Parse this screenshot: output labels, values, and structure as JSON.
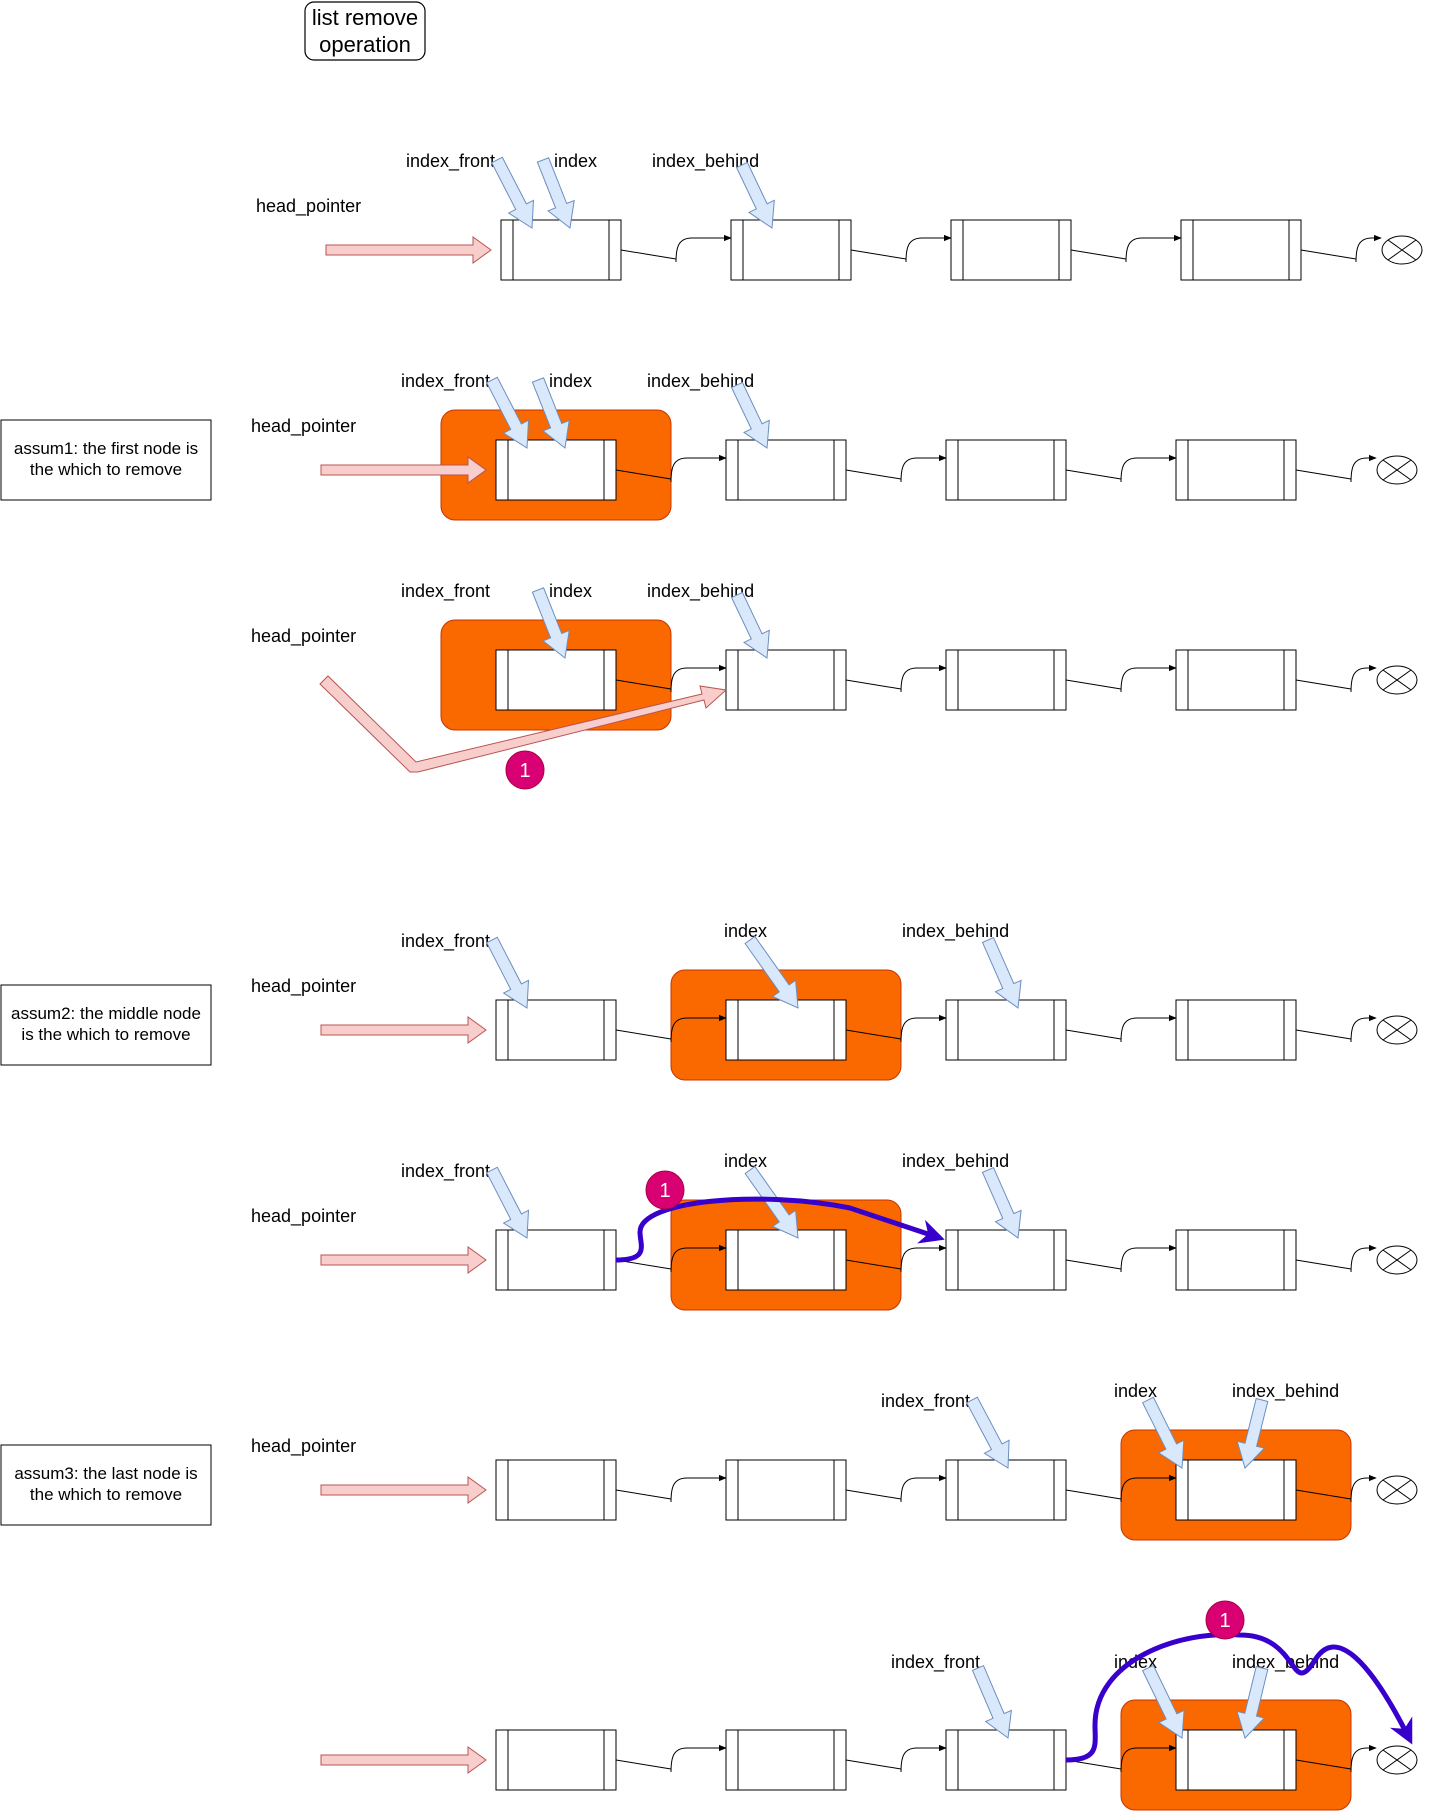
{
  "title": [
    "list remove",
    "operation"
  ],
  "labels": {
    "head_pointer": "head_pointer",
    "index_front": "index_front",
    "index": "index",
    "index_behind": "index_behind"
  },
  "step_badge": "1",
  "assumptions": [
    [
      "assum1: the first node is",
      "the which to remove"
    ],
    [
      "assum2: the middle node",
      "is the which to remove"
    ],
    [
      "assum3: the last node is",
      "the which to remove"
    ]
  ],
  "colors": {
    "removed_node_fill": "#fa6800",
    "removed_node_stroke": "#c73500",
    "pointer_arrow_fill": "#f8cecc",
    "pointer_arrow_stroke": "#b85450",
    "index_arrow_fill": "#dae8fc",
    "index_arrow_stroke": "#6c8ebf",
    "relink_stroke": "#3700cc",
    "badge_fill": "#d80073"
  }
}
